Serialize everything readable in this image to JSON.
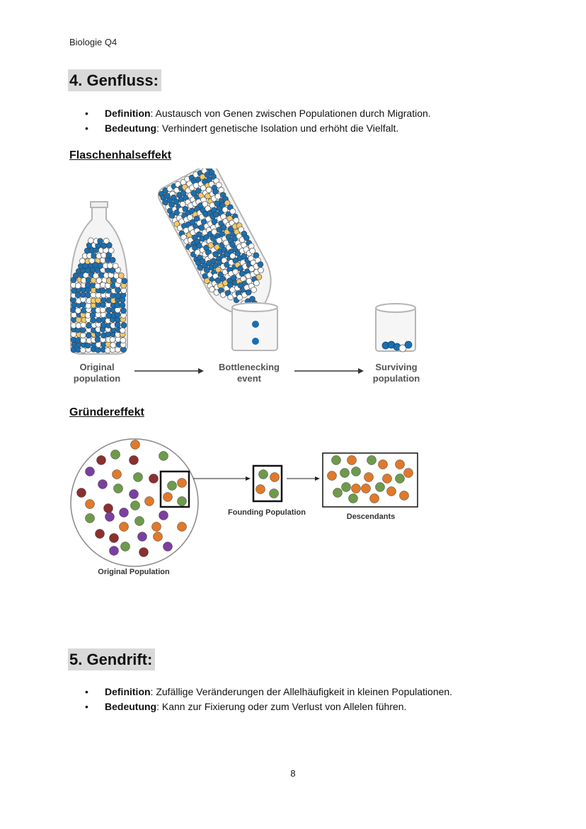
{
  "header": {
    "text": "Biologie Q4"
  },
  "section4": {
    "title": "4. Genfluss:",
    "bullets": [
      {
        "term": "Definition",
        "text": ": Austausch von Genen zwischen Populationen durch Migration."
      },
      {
        "term": "Bedeutung",
        "text": ": Verhindert genetische Isolation und erhöht die Vielfalt."
      }
    ]
  },
  "bottleneck": {
    "heading": "Flaschenhalseffekt",
    "label_original_1": "Original",
    "label_original_2": "population",
    "label_event_1": "Bottlenecking",
    "label_event_2": "event",
    "label_surviving_1": "Surviving",
    "label_surviving_2": "population",
    "colors": {
      "blue": "#1a6fb0",
      "white": "#ffffff",
      "yellow": "#f2c96b"
    }
  },
  "founder": {
    "heading": "Gründereffekt",
    "label_original": "Original Population",
    "label_founding": "Founding Population",
    "label_descendants": "Descendants",
    "colors": {
      "green": "#6e9a4c",
      "orange": "#e0792a",
      "purple": "#7b3fa0",
      "red": "#8c2f2f"
    }
  },
  "section5": {
    "title": "5. Gendrift:",
    "bullets": [
      {
        "term": "Definition",
        "text": ": Zufällige Veränderungen der Allelhäufigkeit in kleinen Populationen."
      },
      {
        "term": "Bedeutung",
        "text": ": Kann zur Fixierung oder zum Verlust von Allelen führen."
      }
    ]
  },
  "footer": {
    "page_number": "8"
  }
}
